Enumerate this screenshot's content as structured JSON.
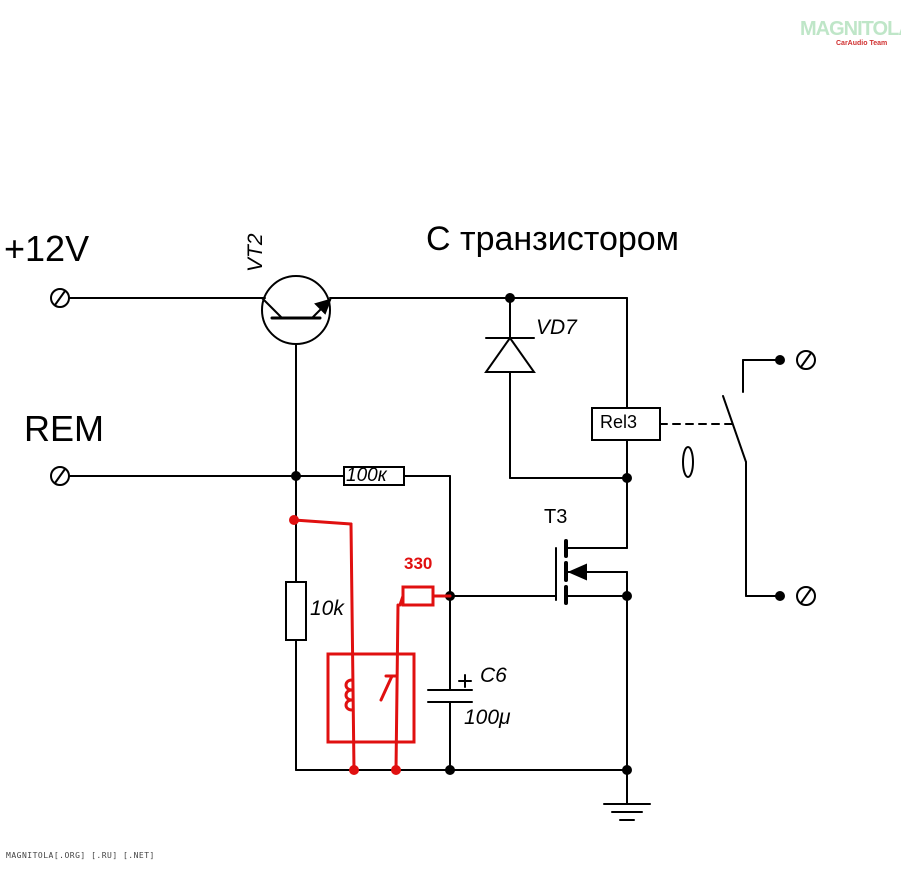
{
  "watermark": {
    "text": "MAGNITOLA",
    "sub": "CarAudio Team"
  },
  "title": "С транзистором",
  "labels": {
    "supply": "+12V",
    "rem": "REM",
    "vt2": "VT2",
    "vd7": "VD7",
    "rel3": "Rel3",
    "r_top": "100к",
    "r_left": "10k",
    "c6": "C6",
    "c6_value": "100μ",
    "t3": "T3",
    "added_resistor": "330"
  },
  "colors": {
    "wire": "#000000",
    "modification": "#e01010"
  },
  "footer": "MAGNITOLA[.ORG] [.RU] [.NET]"
}
